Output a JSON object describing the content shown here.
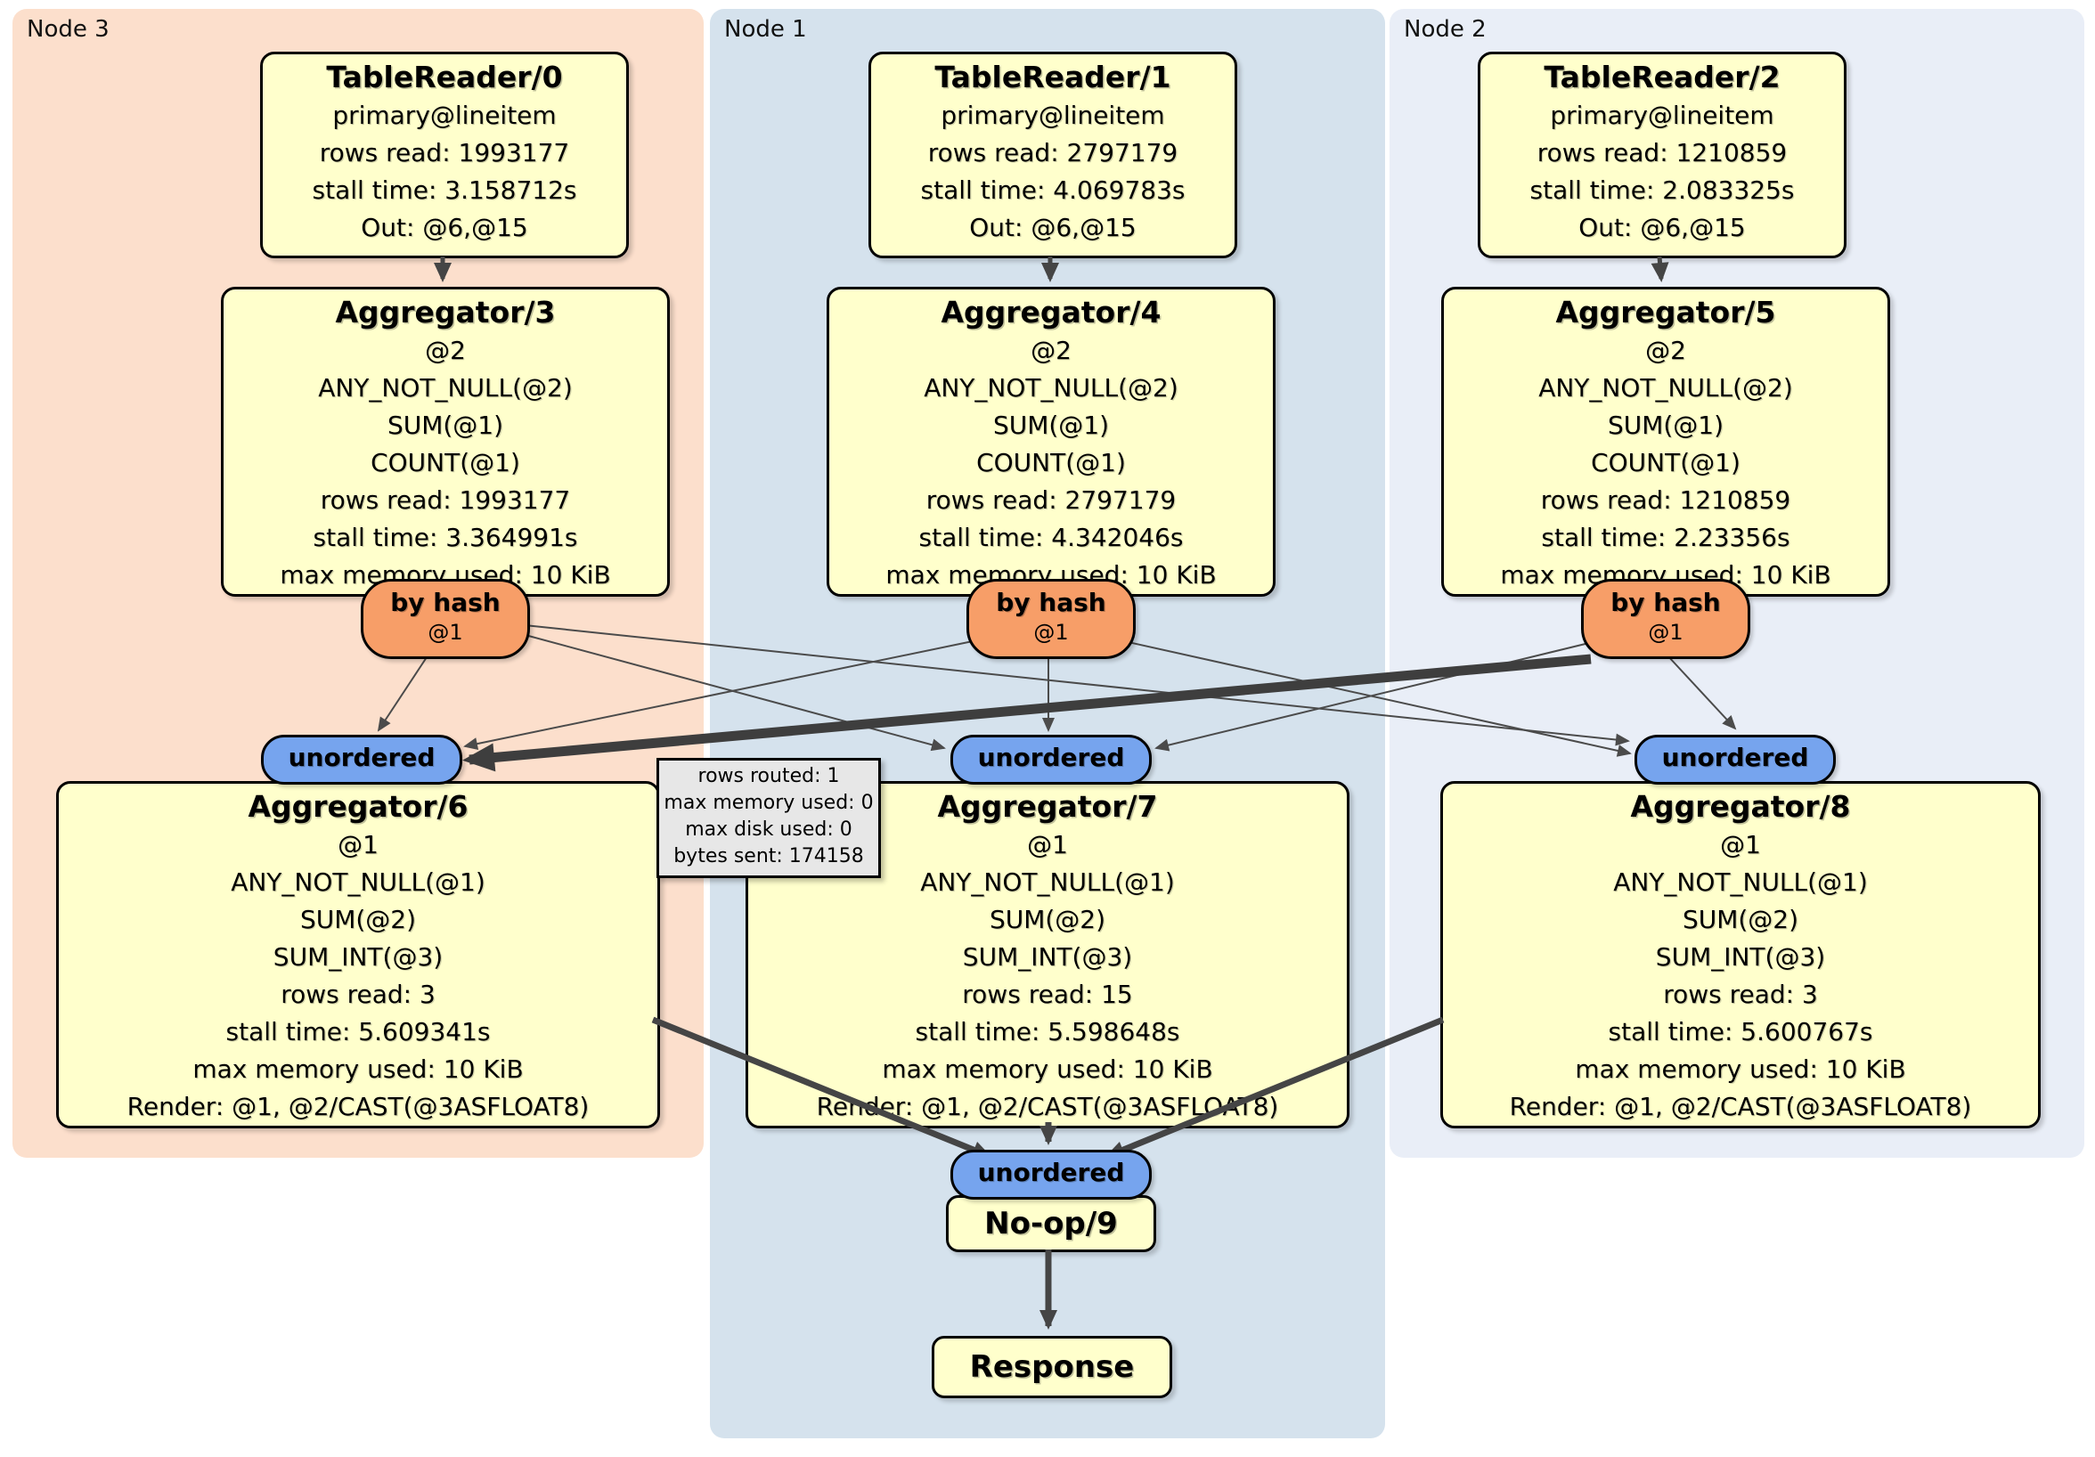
{
  "nodes": [
    {
      "label": "Node 3",
      "table_reader": {
        "title": "TableReader/0",
        "lines": [
          "primary@lineitem",
          "rows read: 1993177",
          "stall time: 3.158712s",
          "Out: @6,@15"
        ]
      },
      "aggregator": {
        "title": "Aggregator/3",
        "lines": [
          "@2",
          "ANY_NOT_NULL(@2)",
          "SUM(@1)",
          "COUNT(@1)",
          "rows read: 1993177",
          "stall time: 3.364991s",
          "max memory used: 10 KiB"
        ]
      },
      "router": {
        "label": "by hash",
        "key": "@1"
      },
      "stream": {
        "label": "unordered"
      },
      "final_aggregator": {
        "title": "Aggregator/6",
        "lines": [
          "@1",
          "ANY_NOT_NULL(@1)",
          "SUM(@2)",
          "SUM_INT(@3)",
          "rows read: 3",
          "stall time: 5.609341s",
          "max memory used: 10 KiB",
          "Render: @1, @2/CAST(@3ASFLOAT8)"
        ]
      }
    },
    {
      "label": "Node 1",
      "table_reader": {
        "title": "TableReader/1",
        "lines": [
          "primary@lineitem",
          "rows read: 2797179",
          "stall time: 4.069783s",
          "Out: @6,@15"
        ]
      },
      "aggregator": {
        "title": "Aggregator/4",
        "lines": [
          "@2",
          "ANY_NOT_NULL(@2)",
          "SUM(@1)",
          "COUNT(@1)",
          "rows read: 2797179",
          "stall time: 4.342046s",
          "max memory used: 10 KiB"
        ]
      },
      "router": {
        "label": "by hash",
        "key": "@1"
      },
      "stream": {
        "label": "unordered"
      },
      "final_aggregator": {
        "title": "Aggregator/7",
        "lines": [
          "@1",
          "ANY_NOT_NULL(@1)",
          "SUM(@2)",
          "SUM_INT(@3)",
          "rows read: 15",
          "stall time: 5.598648s",
          "max memory used: 10 KiB",
          "Render: @1, @2/CAST(@3ASFLOAT8)"
        ]
      }
    },
    {
      "label": "Node 2",
      "table_reader": {
        "title": "TableReader/2",
        "lines": [
          "primary@lineitem",
          "rows read: 1210859",
          "stall time: 2.083325s",
          "Out: @6,@15"
        ]
      },
      "aggregator": {
        "title": "Aggregator/5",
        "lines": [
          "@2",
          "ANY_NOT_NULL(@2)",
          "SUM(@1)",
          "COUNT(@1)",
          "rows read: 1210859",
          "stall time: 2.23356s",
          "max memory used: 10 KiB"
        ]
      },
      "router": {
        "label": "by hash",
        "key": "@1"
      },
      "stream": {
        "label": "unordered"
      },
      "final_aggregator": {
        "title": "Aggregator/8",
        "lines": [
          "@1",
          "ANY_NOT_NULL(@1)",
          "SUM(@2)",
          "SUM_INT(@3)",
          "rows read: 3",
          "stall time: 5.600767s",
          "max memory used: 10 KiB",
          "Render: @1, @2/CAST(@3ASFLOAT8)"
        ]
      }
    }
  ],
  "sink": {
    "stream_label": "unordered",
    "noop_title": "No-op/9",
    "response_title": "Response"
  },
  "edge_tooltip": {
    "lines": [
      "rows routed: 1",
      "max memory used: 0",
      "max disk used: 0",
      "bytes sent: 174158"
    ]
  },
  "colors": {
    "node3_bg": "#fcdfcc",
    "node1_bg": "#d5e2ed",
    "node2_bg": "#e9eef7",
    "operator_bg": "#ffffcc",
    "router_bg": "#f79e68",
    "stream_bg": "#76a4ee",
    "tooltip_bg": "#e7e7e7",
    "edge": "#454545"
  }
}
